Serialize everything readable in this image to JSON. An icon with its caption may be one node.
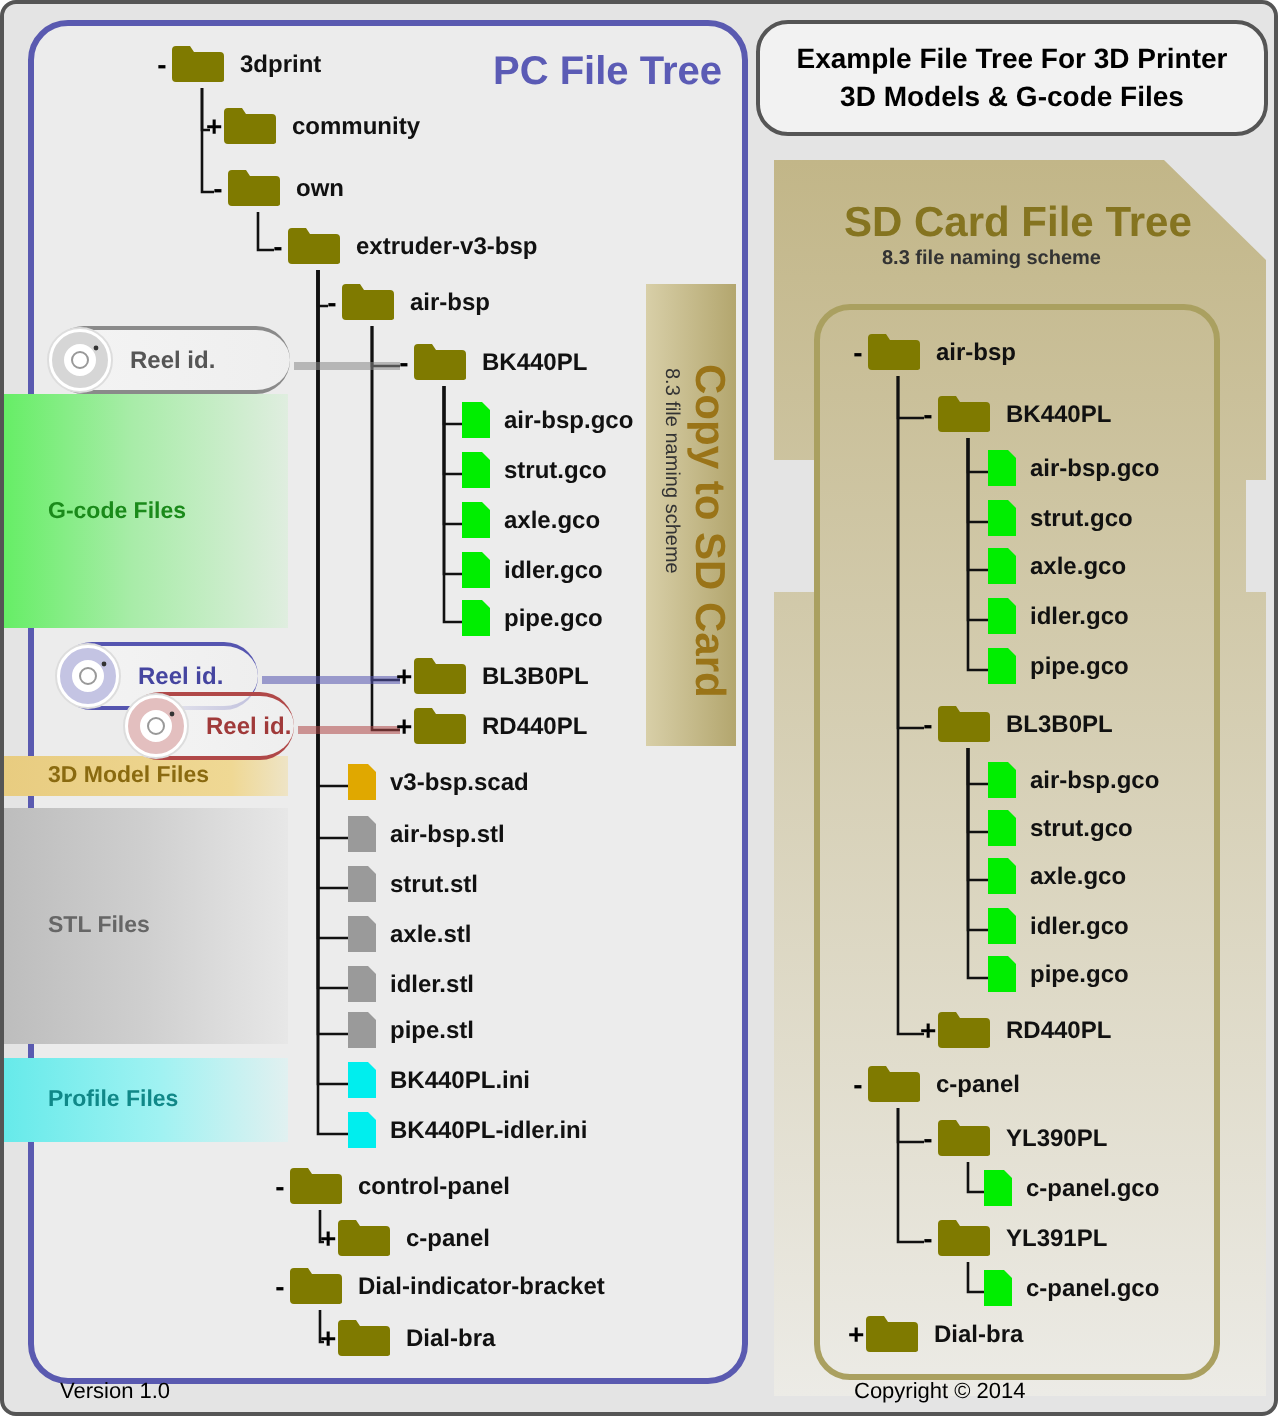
{
  "diagram": {
    "nodes": [
      {
        "text": [
          "PC File Tree"
        ]
      },
      {
        "text": [
          "Example File Tree For 3D Printer 3D Models & G-code Files"
        ]
      },
      {
        "text": [
          "3dprint"
        ],
        "in": 0,
        "beside": [
          "-"
        ]
      },
      {
        "text": [
          "community"
        ],
        "in": 0,
        "beside": [
          "+"
        ]
      },
      {
        "text": [
          "own"
        ],
        "in": 0,
        "beside": [
          "-"
        ]
      },
      {
        "text": [
          "extruder-v3-bsp"
        ],
        "in": 0,
        "beside": [
          "-"
        ]
      },
      {
        "text": [
          "Copy to SD Card",
          "8.3 file naming scheme"
        ],
        "in": 0
      },
      {
        "text": [
          "air-bsp"
        ],
        "in": 0,
        "beside": [
          "-"
        ]
      },
      {
        "text": [
          "Reel id."
        ],
        "in": 0
      },
      {
        "text": [
          "BK440PL"
        ],
        "in": 0,
        "beside": [
          "-"
        ]
      },
      {
        "text": [
          "G-code Files"
        ]
      },
      {
        "text": [
          "air-bsp.gco"
        ],
        "in": 0
      },
      {
        "text": [
          "strut.gco"
        ],
        "in": 0
      },
      {
        "text": [
          "axle.gco"
        ],
        "in": 0
      },
      {
        "text": [
          "idler.gco"
        ],
        "in": 0
      },
      {
        "text": [
          "pipe.gco"
        ],
        "in": 0
      },
      {
        "text": [
          "Reel id."
        ],
        "in": 0
      },
      {
        "text": [
          "BL3B0PL"
        ],
        "in": 0,
        "beside": [
          "+"
        ]
      },
      {
        "text": [
          "Reel id."
        ],
        "in": 0
      },
      {
        "text": [
          "RD440PL"
        ],
        "in": 0,
        "beside": [
          "+"
        ]
      },
      {
        "text": [
          "3D Model Files"
        ]
      },
      {
        "text": [
          "v3-bsp.scad"
        ],
        "in": 0
      },
      {
        "text": [
          "STL Files"
        ]
      },
      {
        "text": [
          "air-bsp.stl"
        ],
        "in": 0
      },
      {
        "text": [
          "strut.stl"
        ],
        "in": 0
      },
      {
        "text": [
          "axle.stl"
        ],
        "in": 0
      },
      {
        "text": [
          "idler.stl"
        ],
        "in": 0
      },
      {
        "text": [
          "pipe.stl"
        ],
        "in": 0
      },
      {
        "text": [
          "Profile Files"
        ]
      },
      {
        "text": [
          "BK440PL.ini"
        ],
        "in": 0
      },
      {
        "text": [
          "BK440PL-idler.ini"
        ],
        "in": 0
      },
      {
        "text": [
          "control-panel"
        ],
        "in": 0,
        "beside": [
          "-"
        ]
      },
      {
        "text": [
          "c-panel"
        ],
        "in": 0,
        "beside": [
          "+"
        ]
      },
      {
        "text": [
          "Dial-indicator-bracket"
        ],
        "in": 0,
        "beside": [
          "-"
        ]
      },
      {
        "text": [
          "Dial-bra"
        ],
        "in": 0,
        "beside": [
          "+"
        ]
      },
      {
        "text": [
          "SD Card File Tree",
          "8.3 file naming scheme"
        ]
      },
      {
        "text": [
          "air-bsp"
        ],
        "in": 35,
        "beside": [
          "-"
        ]
      },
      {
        "text": [
          "BK440PL"
        ],
        "in": 35,
        "beside": [
          "-"
        ]
      },
      {
        "text": [
          "air-bsp.gco"
        ],
        "in": 35
      },
      {
        "text": [
          "strut.gco"
        ],
        "in": 35
      },
      {
        "text": [
          "axle.gco"
        ],
        "in": 35
      },
      {
        "text": [
          "idler.gco"
        ],
        "in": 35
      },
      {
        "text": [
          "pipe.gco"
        ],
        "in": 35
      },
      {
        "text": [
          "BL3B0PL"
        ],
        "in": 35,
        "beside": [
          "-"
        ]
      },
      {
        "text": [
          "air-bsp.gco"
        ],
        "in": 35
      },
      {
        "text": [
          "strut.gco"
        ],
        "in": 35
      },
      {
        "text": [
          "axle.gco"
        ],
        "in": 35
      },
      {
        "text": [
          "idler.gco"
        ],
        "in": 35
      },
      {
        "text": [
          "pipe.gco"
        ],
        "in": 35
      },
      {
        "text": [
          "RD440PL"
        ],
        "in": 35,
        "beside": [
          "+"
        ]
      },
      {
        "text": [
          "c-panel"
        ],
        "in": 35,
        "beside": [
          "-"
        ]
      },
      {
        "text": [
          "YL390PL"
        ],
        "in": 35,
        "beside": [
          "-"
        ]
      },
      {
        "text": [
          "c-panel.gco"
        ],
        "in": 35
      },
      {
        "text": [
          "YL391PL"
        ],
        "in": 35,
        "beside": [
          "-"
        ]
      },
      {
        "text": [
          "c-panel.gco"
        ],
        "in": 35
      },
      {
        "text": [
          "Dial-bra"
        ],
        "in": 35,
        "beside": [
          "+"
        ]
      }
    ],
    "edges": [
      {
        "from": 2,
        "to": 3,
        "arrow": "none"
      },
      {
        "from": 2,
        "to": 4,
        "arrow": "none"
      },
      {
        "from": 4,
        "to": 5,
        "arrow": "none"
      },
      {
        "from": 5,
        "to": 7,
        "arrow": "none"
      },
      {
        "from": 7,
        "to": 9,
        "arrow": "none"
      },
      {
        "from": 9,
        "to": 11,
        "arrow": "none"
      },
      {
        "from": 9,
        "to": 12,
        "arrow": "none"
      },
      {
        "from": 9,
        "to": 13,
        "arrow": "none"
      },
      {
        "from": 9,
        "to": 14,
        "arrow": "none"
      },
      {
        "from": 9,
        "to": 15,
        "arrow": "none"
      },
      {
        "from": 7,
        "to": 17,
        "arrow": "none"
      },
      {
        "from": 7,
        "to": 19,
        "arrow": "none"
      },
      {
        "from": 5,
        "to": 21,
        "arrow": "none"
      },
      {
        "from": 5,
        "to": 23,
        "arrow": "none"
      },
      {
        "from": 5,
        "to": 24,
        "arrow": "none"
      },
      {
        "from": 5,
        "to": 25,
        "arrow": "none"
      },
      {
        "from": 5,
        "to": 26,
        "arrow": "none"
      },
      {
        "from": 5,
        "to": 27,
        "arrow": "none"
      },
      {
        "from": 5,
        "to": 29,
        "arrow": "none"
      },
      {
        "from": 5,
        "to": 30,
        "arrow": "none"
      },
      {
        "from": 31,
        "to": 32,
        "arrow": "none"
      },
      {
        "from": 33,
        "to": 34,
        "arrow": "none"
      },
      {
        "from": 8,
        "to": 9,
        "arrow": "none",
        "style": "thick",
        "color": "#8a8a8a"
      },
      {
        "from": 16,
        "to": 17,
        "arrow": "none",
        "style": "thick",
        "color": "#5555b0"
      },
      {
        "from": 18,
        "to": 19,
        "arrow": "none",
        "style": "thick",
        "color": "#b04848"
      },
      {
        "from": 36,
        "to": 37,
        "arrow": "none"
      },
      {
        "from": 37,
        "to": 38,
        "arrow": "none"
      },
      {
        "from": 37,
        "to": 39,
        "arrow": "none"
      },
      {
        "from": 37,
        "to": 40,
        "arrow": "none"
      },
      {
        "from": 37,
        "to": 41,
        "arrow": "none"
      },
      {
        "from": 37,
        "to": 42,
        "arrow": "none"
      },
      {
        "from": 36,
        "to": 43,
        "arrow": "none"
      },
      {
        "from": 43,
        "to": 44,
        "arrow": "none"
      },
      {
        "from": 43,
        "to": 45,
        "arrow": "none"
      },
      {
        "from": 43,
        "to": 46,
        "arrow": "none"
      },
      {
        "from": 43,
        "to": 47,
        "arrow": "none"
      },
      {
        "from": 43,
        "to": 48,
        "arrow": "none"
      },
      {
        "from": 36,
        "to": 49,
        "arrow": "none"
      },
      {
        "from": 50,
        "to": 51,
        "arrow": "none"
      },
      {
        "from": 51,
        "to": 52,
        "arrow": "none"
      },
      {
        "from": 50,
        "to": 53,
        "arrow": "none"
      },
      {
        "from": 53,
        "to": 54,
        "arrow": "none"
      }
    ],
    "labels": [
      "Version 1.0",
      "Copyright © 2014"
    ]
  }
}
